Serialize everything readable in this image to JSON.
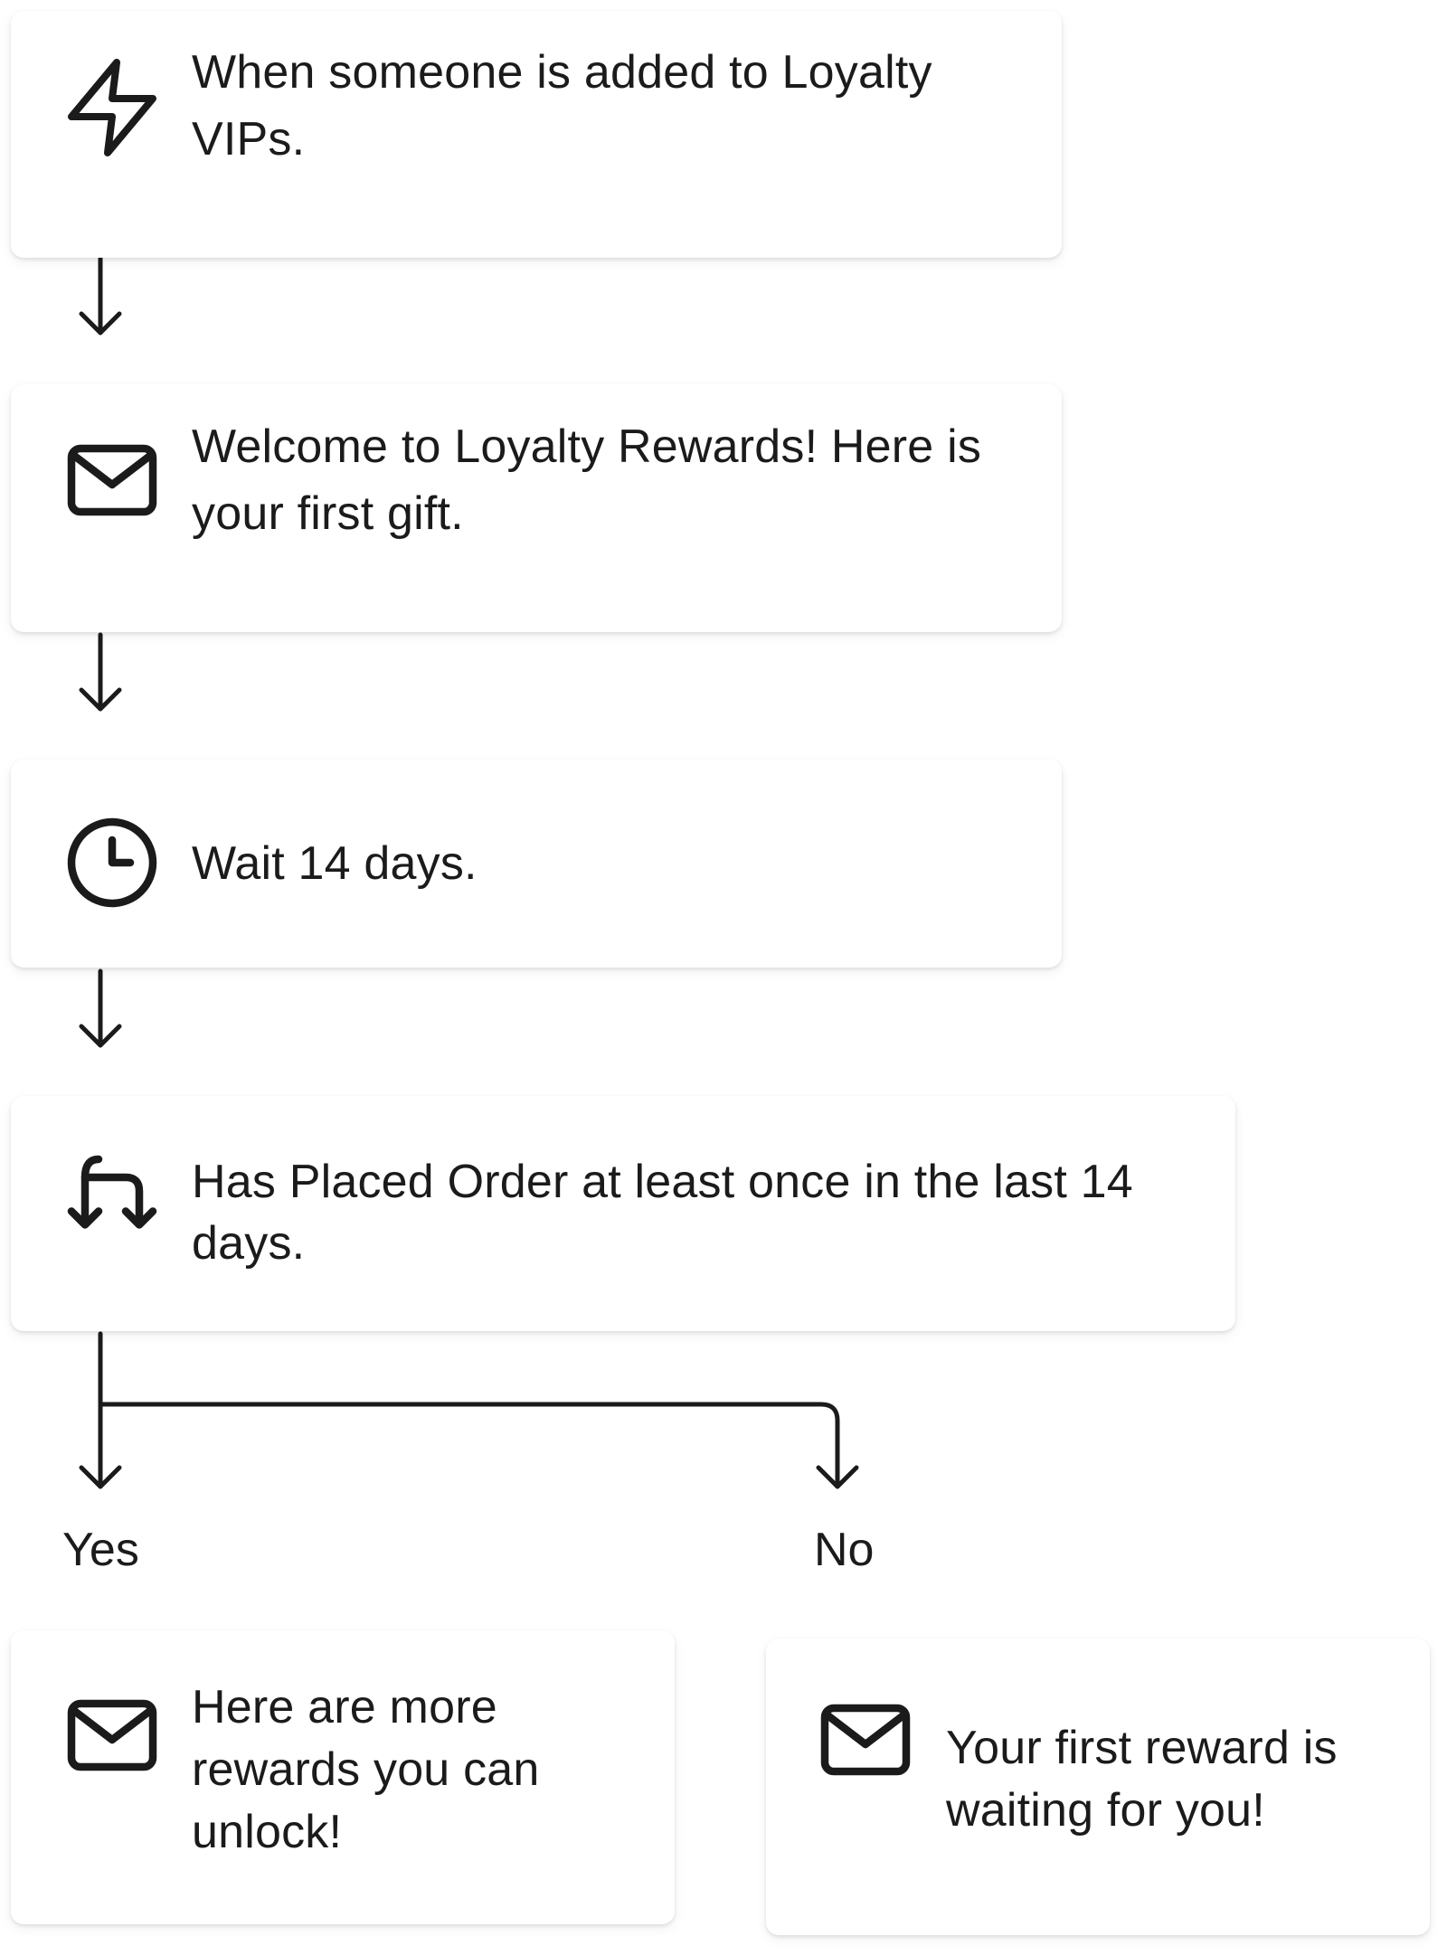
{
  "flow": {
    "trigger": {
      "icon": "lightning-bolt-icon",
      "text": "When someone is added to Loyalty VIPs."
    },
    "welcome_email": {
      "icon": "envelope-icon",
      "text": "Welcome to Loyalty Rewards! Here is your first gift."
    },
    "delay": {
      "icon": "clock-icon",
      "text": "Wait 14 days."
    },
    "split": {
      "icon": "conditional-split-icon",
      "text": "Has Placed Order at least once in the last 14 days."
    },
    "branches": {
      "yes_label": "Yes",
      "no_label": "No"
    },
    "yes_email": {
      "icon": "envelope-icon",
      "text": "Here are more rewards you can unlock!"
    },
    "no_email": {
      "icon": "envelope-icon",
      "text": "Your first reward is waiting for you!"
    }
  },
  "colors": {
    "stroke": "#1b1b1b",
    "card_background": "#ffffff",
    "page_background": "#ffffff"
  }
}
